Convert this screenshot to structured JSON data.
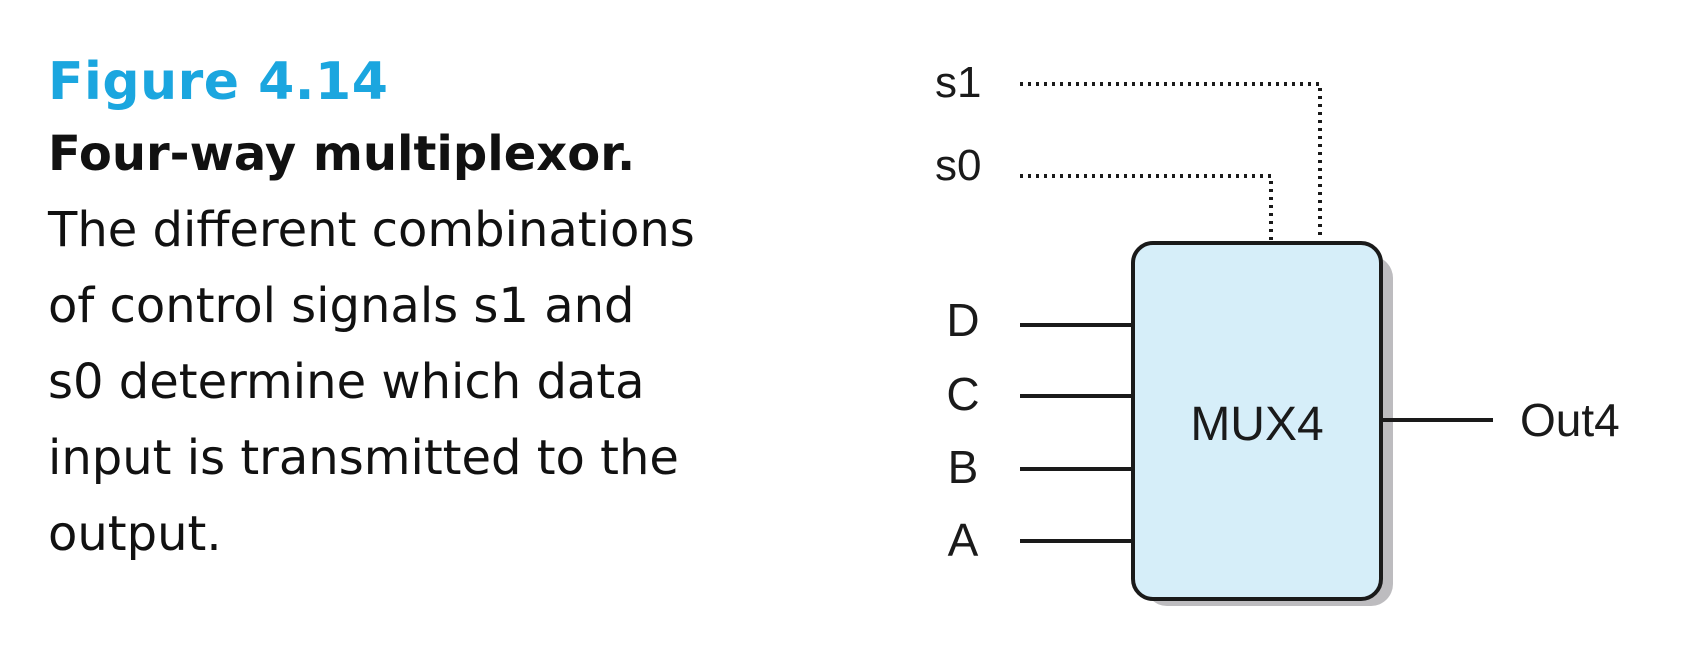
{
  "caption": {
    "figure_number": "Figure 4.14",
    "title": "Four-way multiplexor.",
    "body_lines": [
      "The different combinations",
      "of control signals s1 and",
      "s0 determine which data",
      "input is transmitted to the",
      "output."
    ]
  },
  "diagram": {
    "block_label": "MUX4",
    "control_signals": [
      "s1",
      "s0"
    ],
    "data_inputs": [
      "D",
      "C",
      "B",
      "A"
    ],
    "output_label": "Out4",
    "colors": {
      "block_fill": "#d6eef9",
      "block_stroke": "#1a1a1a",
      "shadow": "#bdbcbf",
      "wire": "#1a1a1a",
      "figure_number": "#1ba6df"
    }
  }
}
